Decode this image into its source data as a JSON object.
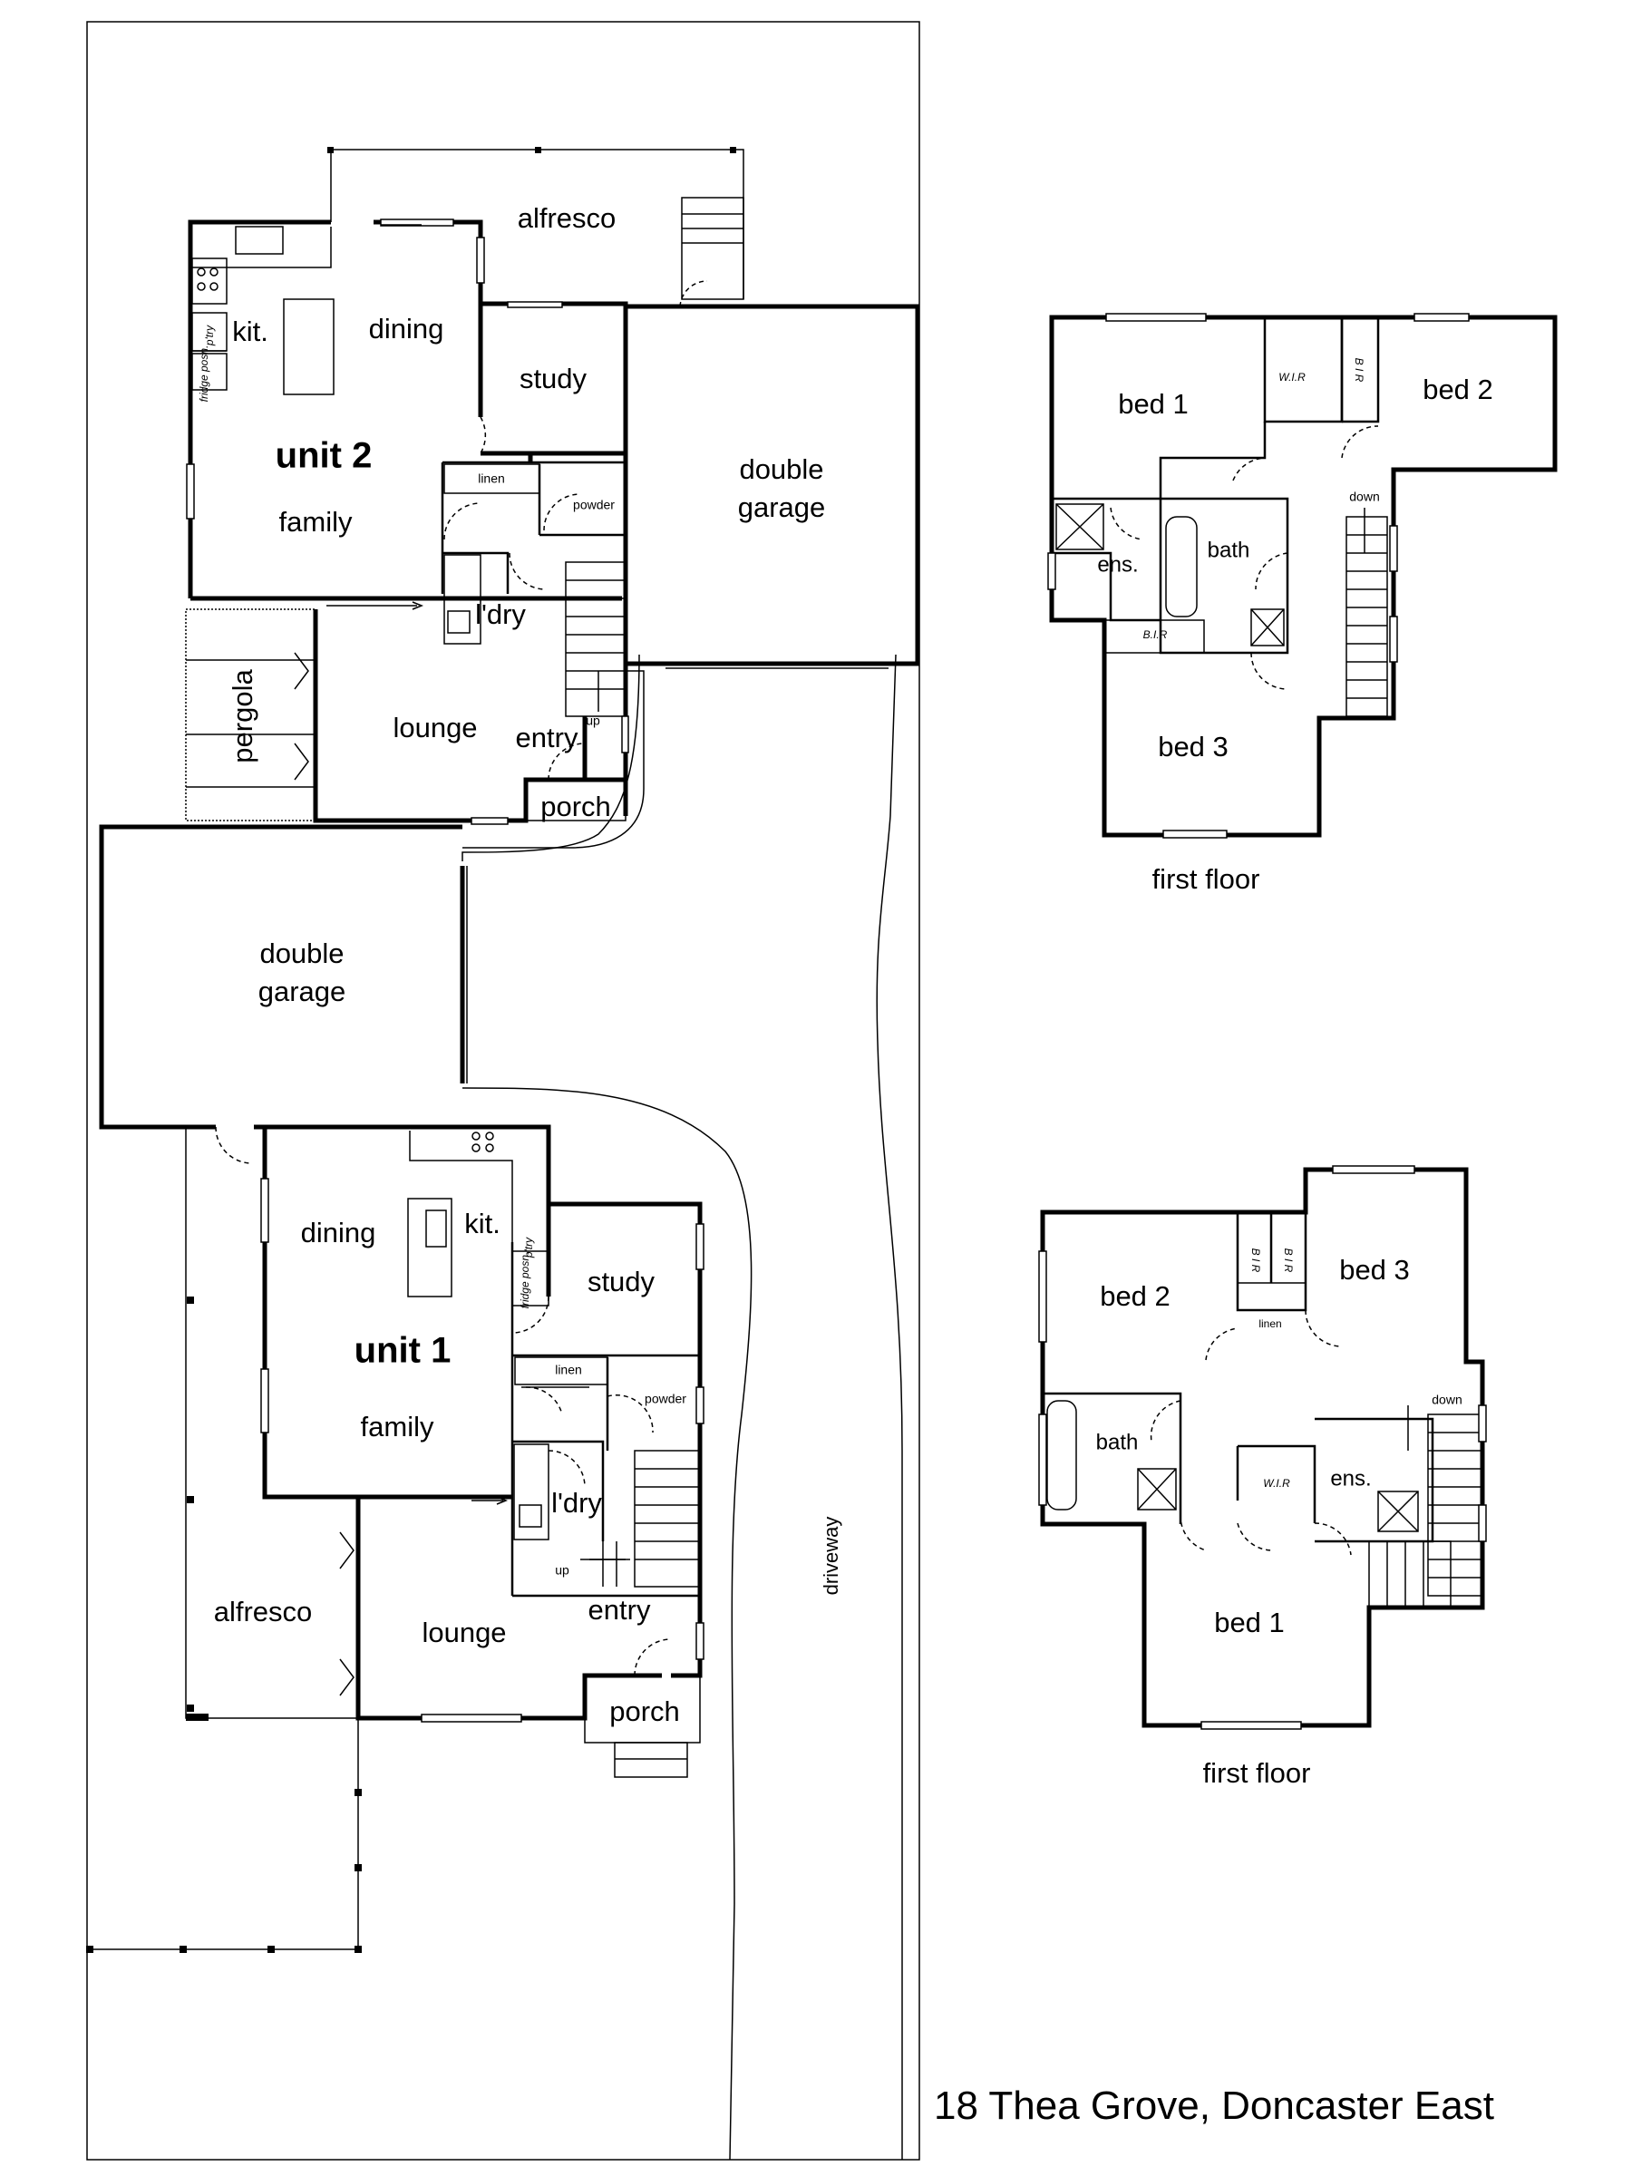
{
  "address": "18 Thea Grove, Doncaster East",
  "unit2": {
    "unit_label": "unit 2",
    "alfresco": "alfresco",
    "kitchen": "kit.",
    "pantry": "p'try",
    "fridge": "fridge posn.",
    "dining": "dining",
    "study": "study",
    "family": "family",
    "linen": "linen",
    "powder": "powder",
    "laundry": "l'dry",
    "double_garage": [
      "double",
      "garage"
    ],
    "pergola": "pergola",
    "lounge": "lounge",
    "entry": "entry",
    "up": "up",
    "porch": "porch"
  },
  "unit2_first_floor": {
    "bed1": "bed 1",
    "bed2": "bed 2",
    "bed3": "bed 3",
    "wir": "W.I.R",
    "bir_top": "B I R",
    "bir_bottom": "B.I.R",
    "ensuite": "ens.",
    "bath": "bath",
    "down": "down",
    "floor_label": "first floor"
  },
  "middle": {
    "double_garage": [
      "double",
      "garage"
    ],
    "driveway": "driveway"
  },
  "unit1": {
    "unit_label": "unit 1",
    "dining": "dining",
    "kitchen": "kit.",
    "pantry": "p'try",
    "fridge": "fridge posn.",
    "study": "study",
    "family": "family",
    "linen": "linen",
    "powder": "powder",
    "laundry": "l'dry",
    "alfresco": "alfresco",
    "lounge": "lounge",
    "entry": "entry",
    "up": "up",
    "porch": "porch"
  },
  "unit1_first_floor": {
    "bed1": "bed 1",
    "bed2": "bed 2",
    "bed3": "bed 3",
    "bir": "B I R",
    "linen": "linen",
    "wir": "W.I.R",
    "ensuite": "ens.",
    "bath": "bath",
    "down": "down",
    "floor_label": "first floor"
  }
}
